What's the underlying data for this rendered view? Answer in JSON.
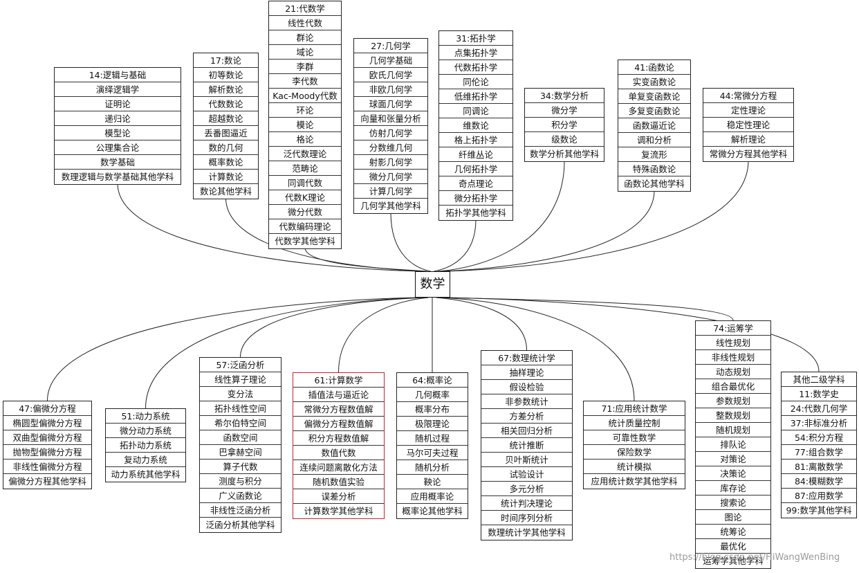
{
  "root": "数学",
  "watermark": "https://blog.csdn.net/HiWangWenBing",
  "colors": {
    "highlight": "#c0272d",
    "line": "#222222"
  },
  "groups": [
    {
      "header": "14:逻辑与基础",
      "items": [
        "演绎逻辑学",
        "证明论",
        "递归论",
        "模型论",
        "公理集合论",
        "数学基础",
        "数理逻辑与数学基础其他学科"
      ]
    },
    {
      "header": "17:数论",
      "items": [
        "初等数论",
        "解析数论",
        "代数数论",
        "超越数论",
        "丢番图逼近",
        "数的几何",
        "概率数论",
        "计算数论",
        "数论其他学科"
      ]
    },
    {
      "header": "21:代数学",
      "items": [
        "线性代数",
        "群论",
        "域论",
        "李群",
        "李代数",
        "Kac-Moody代数",
        "环论",
        "模论",
        "格论",
        "泛代数理论",
        "范畴论",
        "同调代数",
        "代数K理论",
        "微分代数",
        "代数编码理论",
        "代数学其他学科"
      ]
    },
    {
      "header": "27:几何学",
      "items": [
        "几何学基础",
        "欧氏几何学",
        "非欧几何学",
        "球面几何学",
        "向量和张量分析",
        "仿射几何学",
        "分数维几何",
        "射影几何学",
        "微分几何学",
        "计算几何学",
        "几何学其他学科"
      ]
    },
    {
      "header": "31:拓扑学",
      "items": [
        "点集拓扑学",
        "代数拓扑学",
        "同伦论",
        "低维拓扑学",
        "同调论",
        "维数论",
        "格上拓扑学",
        "纤维丛论",
        "几何拓扑学",
        "奇点理论",
        "微分拓扑学",
        "拓扑学其他学科"
      ]
    },
    {
      "header": "34:数学分析",
      "items": [
        "微分学",
        "积分学",
        "级数论",
        "数学分析其他学科"
      ]
    },
    {
      "header": "41:函数论",
      "items": [
        "实变函数论",
        "单复变函数论",
        "多复变函数论",
        "函数逼近论",
        "调和分析",
        "复流形",
        "特殊函数论",
        "函数论其他学科"
      ]
    },
    {
      "header": "44:常微分方程",
      "items": [
        "定性理论",
        "稳定性理论",
        "解析理论",
        "常微分方程其他学科"
      ]
    },
    {
      "header": "47:偏微分方程",
      "items": [
        "椭圆型偏微分方程",
        "双曲型偏微分方程",
        "抛物型偏微分方程",
        "非线性偏微分方程",
        "偏微分方程其他学科"
      ]
    },
    {
      "header": "51:动力系统",
      "items": [
        "微分动力系统",
        "拓扑动力系统",
        "复动力系统",
        "动力系统其他学科"
      ]
    },
    {
      "header": "57:泛函分析",
      "items": [
        "线性算子理论",
        "变分法",
        "拓扑线性空间",
        "希尔伯特空间",
        "函数空间",
        "巴拿赫空间",
        "算子代数",
        "测度与积分",
        "广义函数论",
        "非线性泛函分析",
        "泛函分析其他学科"
      ]
    },
    {
      "header": "61:计算数学",
      "items": [
        "插值法与逼近论",
        "常微分方程数值解",
        "偏微分方程数值解",
        "积分方程数值解",
        "数值代数",
        "连续问题离散化方法",
        "随机数值实验",
        "误差分析",
        "计算数学其他学科"
      ]
    },
    {
      "header": "64:概率论",
      "items": [
        "几何概率",
        "概率分布",
        "极限理论",
        "随机过程",
        "马尔可夫过程",
        "随机分析",
        "鞅论",
        "应用概率论",
        "概率论其他学科"
      ]
    },
    {
      "header": "67:数理统计学",
      "items": [
        "抽样理论",
        "假设检验",
        "非参数统计",
        "方差分析",
        "相关回归分析",
        "统计推断",
        "贝叶斯统计",
        "试验设计",
        "多元分析",
        "统计判决理论",
        "时间序列分析",
        "数理统计学其他学科"
      ]
    },
    {
      "header": "71:应用统计数学",
      "items": [
        "统计质量控制",
        "可靠性数学",
        "保险数学",
        "统计模拟",
        "应用统计数学其他学科"
      ]
    },
    {
      "header": "74:运筹学",
      "items": [
        "线性规划",
        "非线性规划",
        "动态规划",
        "组合最优化",
        "参数规划",
        "整数规划",
        "随机规划",
        "排队论",
        "对策论",
        "决策论",
        "库存论",
        "搜索论",
        "图论",
        "统筹论",
        "最优化",
        "运筹学其他学科"
      ]
    },
    {
      "header": "其他二级学科",
      "items": [
        "11:数学史",
        "24:代数几何学",
        "37:非标准分析",
        "54:积分方程",
        "77:组合数学",
        "81:离散数学",
        "84:模糊数学",
        "87:应用数学",
        "99:数学其他学科"
      ]
    }
  ]
}
